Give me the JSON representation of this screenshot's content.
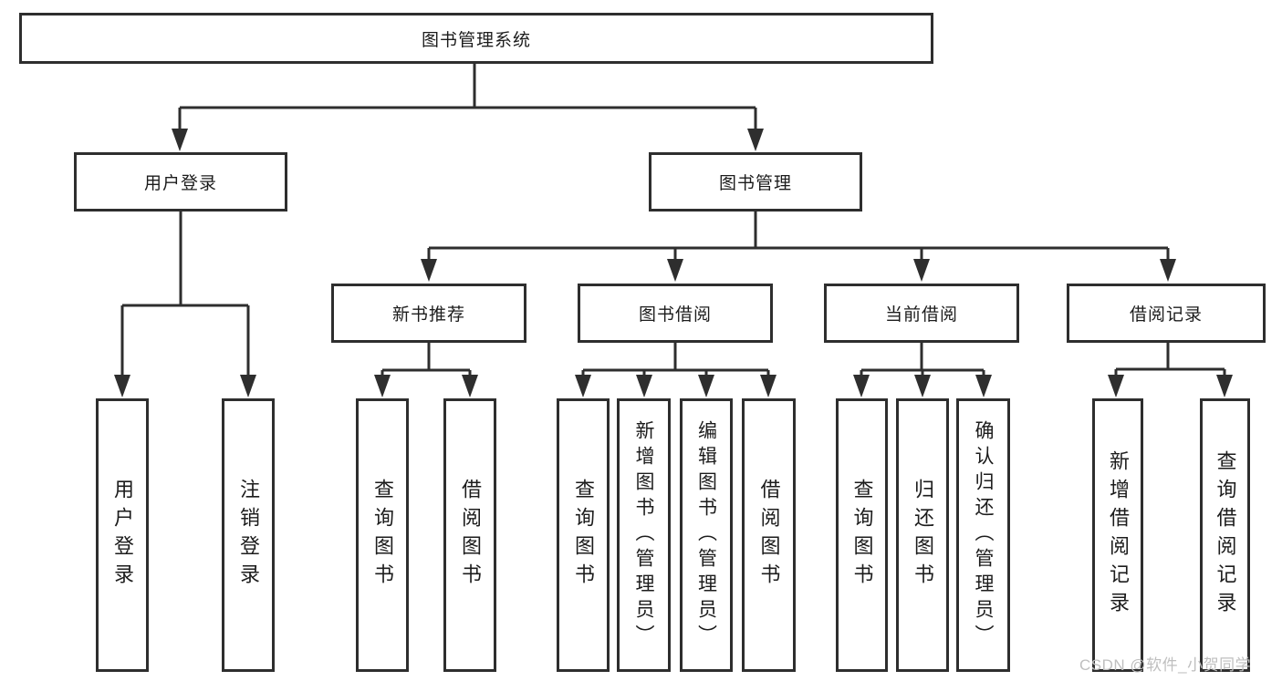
{
  "nodes": {
    "root": "图书管理系统",
    "user_login": "用户登录",
    "book_mgmt": "图书管理",
    "new_book_rec": "新书推荐",
    "book_borrow": "图书借阅",
    "current_borrow": "当前借阅",
    "borrow_record": "借阅记录",
    "leaf_user_login": "用户登录",
    "leaf_logout": "注销登录",
    "leaf_nb_query": "查询图书",
    "leaf_nb_borrow": "借阅图书",
    "leaf_bb_query": "查询图书",
    "leaf_bb_add": "新增图书（管理员）",
    "leaf_bb_edit": "编辑图书（管理员）",
    "leaf_bb_borrow": "借阅图书",
    "leaf_cb_query": "查询图书",
    "leaf_cb_return": "归还图书",
    "leaf_cb_confirm": "确认归还（管理员）",
    "leaf_br_add": "新增借阅记录",
    "leaf_br_query": "查询借阅记录"
  },
  "watermark": "CSDN @软件_小贺同学",
  "colors": {
    "line": "#2e2e2e",
    "text": "#1c1c1c",
    "watermark": "#bfbfbf",
    "background": "#ffffff"
  }
}
